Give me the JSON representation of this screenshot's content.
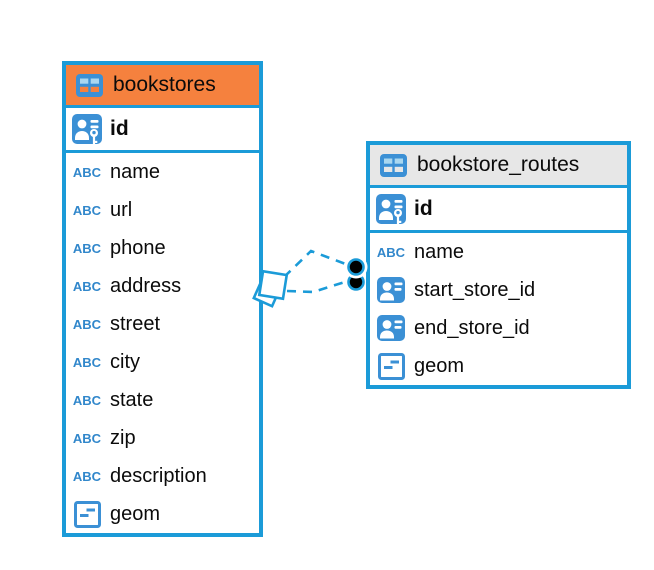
{
  "diagram": {
    "colors": {
      "accent_blue": "#1b9bd8",
      "icon_blue": "#3b90d5",
      "bookstores_header": "#f5813e",
      "routes_header": "#e7e7e7",
      "endpoint_black": "#000000"
    },
    "icons": {
      "table": "table-grid-icon",
      "primary_key": "person-key-icon",
      "reference": "person-card-icon",
      "object": "object-box-icon",
      "text_type_label": "ABC"
    },
    "tables": [
      {
        "name": "bookstores",
        "primary_key": "id",
        "columns": [
          {
            "name": "name",
            "type_icon": "text-type-icon"
          },
          {
            "name": "url",
            "type_icon": "text-type-icon"
          },
          {
            "name": "phone",
            "type_icon": "text-type-icon"
          },
          {
            "name": "address",
            "type_icon": "text-type-icon"
          },
          {
            "name": "street",
            "type_icon": "text-type-icon"
          },
          {
            "name": "city",
            "type_icon": "text-type-icon"
          },
          {
            "name": "state",
            "type_icon": "text-type-icon"
          },
          {
            "name": "zip",
            "type_icon": "text-type-icon"
          },
          {
            "name": "description",
            "type_icon": "text-type-icon"
          },
          {
            "name": "geom",
            "type_icon": "object-type-icon"
          }
        ]
      },
      {
        "name": "bookstore_routes",
        "primary_key": "id",
        "columns": [
          {
            "name": "name",
            "type_icon": "text-type-icon"
          },
          {
            "name": "start_store_id",
            "type_icon": "reference-type-icon"
          },
          {
            "name": "end_store_id",
            "type_icon": "reference-type-icon"
          },
          {
            "name": "geom",
            "type_icon": "object-type-icon"
          }
        ]
      }
    ],
    "relationships": [
      {
        "from": "bookstores",
        "to": "bookstore_routes",
        "style": "dashed"
      },
      {
        "from": "bookstores",
        "to": "bookstore_routes",
        "style": "dashed"
      }
    ]
  }
}
